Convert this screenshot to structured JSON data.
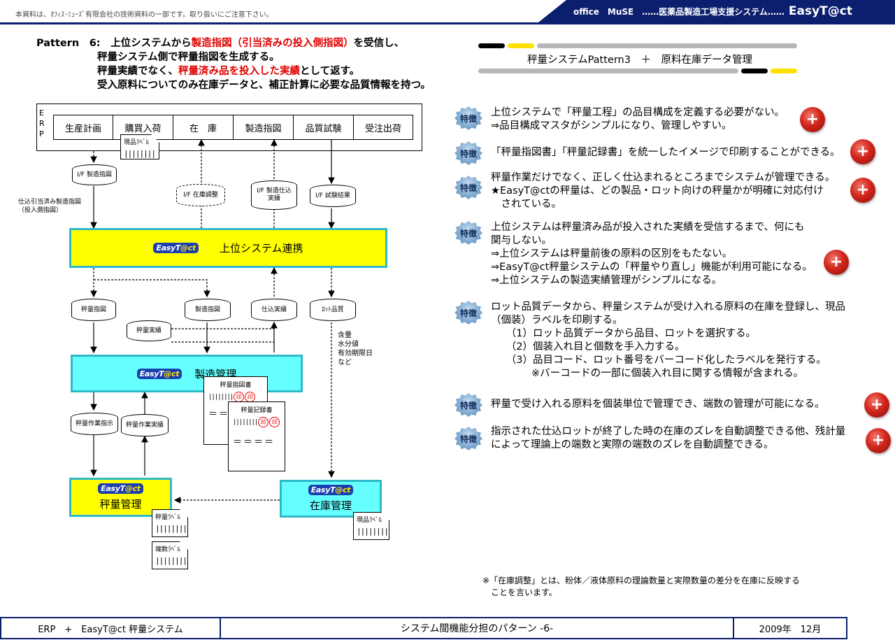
{
  "header": {
    "note": "本資料は、ｵﾌｨｽ･ﾐｭｰｽﾞ有限会社の技術資料の一部です。取り扱いにご注意下さい。",
    "company": "office　MuSE　……医薬品製造工場支援システム……",
    "product": "EasyT@ct"
  },
  "title": {
    "prefix": "Pattern　6:　上位システムから",
    "red1": "製造指図（引当済みの投入側指図）",
    "suffix1": "を受信し、",
    "line2": "秤量システム側で秤量指図を生成する。",
    "line3a": "秤量実績でなく、",
    "red2": "秤量済み品を投入した実績",
    "line3b": "として返す。",
    "line4": "受入原料についてのみ在庫データと、補正計算に必要な品質情報を持つ。"
  },
  "subtitle": "秤量システムPattern3　＋　原料在庫データ管理",
  "features": [
    {
      "badge": "特徴",
      "lines": [
        "上位システムで「秤量工程」の品目構成を定義する必要がない。",
        "⇒品目構成マスタがシンプルになり、管理しやすい。"
      ]
    },
    {
      "badge": "特徴",
      "lines": [
        "「秤量指図書」「秤量記録書」を統一したイメージで印刷することができる。"
      ]
    },
    {
      "badge": "特徴",
      "lines": [
        "秤量作業だけでなく、正しく仕込まれるところまでシステムが管理できる。",
        "★EasyT@ctの秤量は、どの製品・ロット向けの秤量かが明確に対応付け",
        "　されている。"
      ]
    },
    {
      "badge": "特徴",
      "lines": [
        "上位システムは秤量済み品が投入された実績を受信するまで、何にも",
        "関与しない。",
        "⇒上位システムは秤量前後の原料の区別をもたない。",
        "⇒EasyT@ct秤量システムの「秤量やり直し」機能が利用可能になる。",
        "⇒上位システムの製造実績管理がシンプルになる。"
      ]
    },
    {
      "badge": "特徴",
      "lines": [
        "ロット品質データから、秤量システムが受け入れる原料の在庫を登録し、現品",
        "（個装）ラベルを印刷する。",
        "　　（1）ロット品質データから品目、ロットを選択する。",
        "　　（2）個装入れ目と個数を手入力する。",
        "　　（3）品目コード、ロット番号をバーコード化したラベルを発行する。",
        "　　　　※バーコードの一部に個装入れ目に関する情報が含まれる。"
      ]
    },
    {
      "badge": "特徴",
      "lines": [
        "秤量で受け入れる原料を個装単位で管理でき、端数の管理が可能になる。"
      ]
    },
    {
      "badge": "特徴",
      "lines": [
        "指示された仕込ロットが終了した時の在庫のズレを自動調整できる他、残計量",
        "によって理論上の端数と実際の端数のズレを自動調整できる。"
      ]
    }
  ],
  "plus_label": "+",
  "note": [
    "※「在庫調整」とは、粉体／液体原料の理論数量と実際数量の差分を在庫に反映する",
    "　ことを言います。"
  ],
  "footer": {
    "left": "ERP　+　EasyT@ct 秤量システム",
    "center": "システム間機能分担のパターン -6-",
    "right": "2009年　12月"
  },
  "diagram": {
    "erp_label": [
      "E",
      "R",
      "P"
    ],
    "modules": [
      "生産計画",
      "購買入荷",
      "在　庫",
      "製造指図",
      "品質試験",
      "受注出荷"
    ],
    "logo_text": "EasyT@ct",
    "upper_link": "上位システム連携",
    "mfg": "製造管理",
    "weigh": "秤量管理",
    "stock": "在庫管理",
    "if_mfg_order": "I/F 製造指図",
    "if_stock_adj": "I/F 在庫調整",
    "if_mfg_charge": [
      "I/F 製造仕込",
      "実績"
    ],
    "if_test": "I/F 試験結果",
    "left_label": [
      "仕込引当済み製造指図",
      "（投入側指図）"
    ],
    "weigh_order": "秤量指図",
    "mfg_order": "製造指図",
    "charge_result": "仕込実績",
    "lot_quality": "ﾛｯﾄ品質",
    "weigh_result": "秤量実績",
    "quality_items": [
      "含量",
      "水分値",
      "有効期限日",
      "など"
    ],
    "work_instr": "秤量作業指示",
    "work_result": "秤量作業実績",
    "doc1": "秤量指図書",
    "doc2": "秤量記録書",
    "stamp": "印",
    "label_item": "現品ﾗﾍﾞﾙ",
    "label_weigh": "秤量ﾗﾍﾞﾙ",
    "label_fraction": "端数ﾗﾍﾞﾙ",
    "barcode": "||||||||",
    "doc_lines": "＝＝＝＝"
  },
  "colors": {
    "navy": "#0c1f6e",
    "yellow": "#ffff00",
    "cyan": "#66ffff",
    "border": "#2fb8c8",
    "red": "#e00000"
  }
}
